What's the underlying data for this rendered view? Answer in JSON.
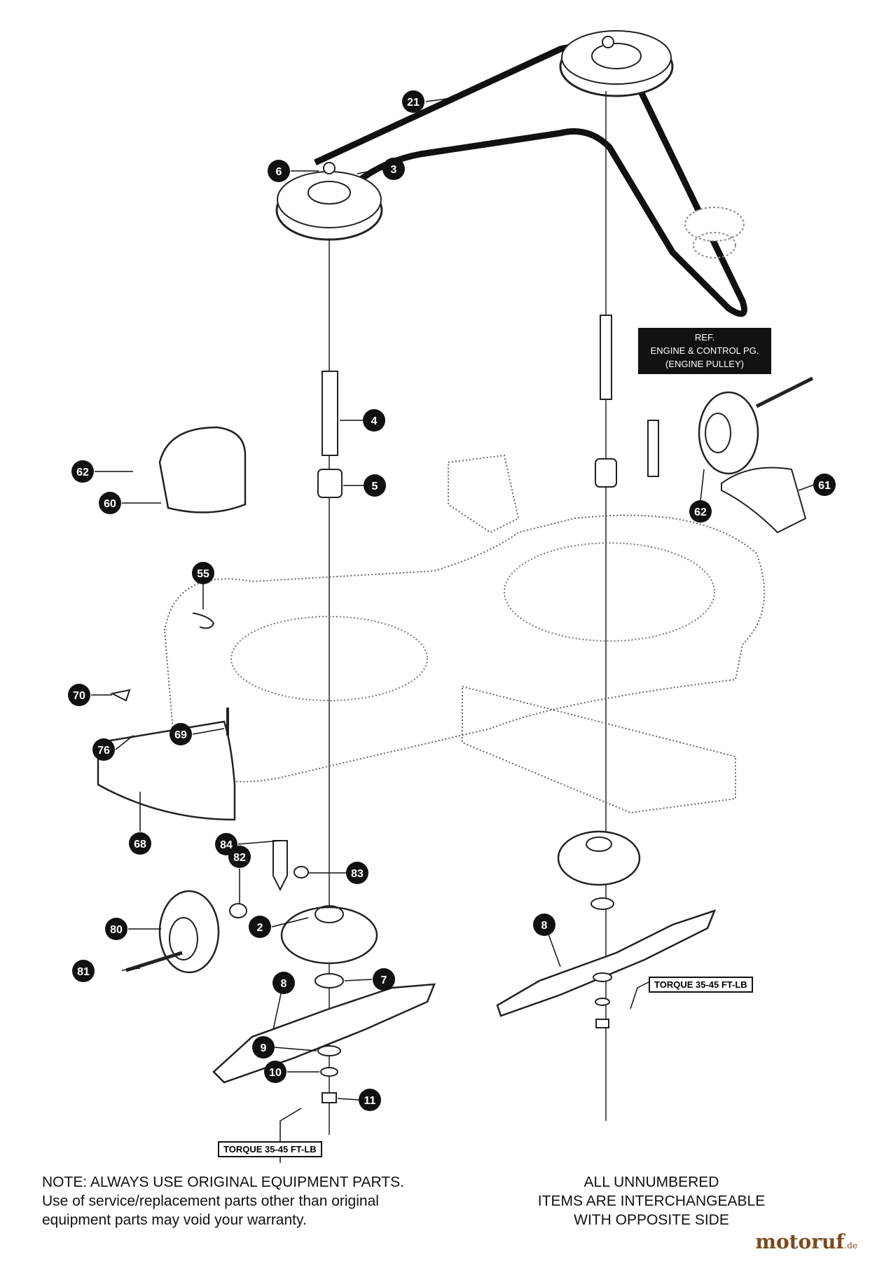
{
  "callouts": [
    {
      "id": "c21",
      "label": "21"
    },
    {
      "id": "c6",
      "label": "6"
    },
    {
      "id": "c3",
      "label": "3"
    },
    {
      "id": "c4",
      "label": "4"
    },
    {
      "id": "c5",
      "label": "5"
    },
    {
      "id": "c62a",
      "label": "62"
    },
    {
      "id": "c60",
      "label": "60"
    },
    {
      "id": "c55",
      "label": "55"
    },
    {
      "id": "c70",
      "label": "70"
    },
    {
      "id": "c69",
      "label": "69"
    },
    {
      "id": "c76",
      "label": "76"
    },
    {
      "id": "c68",
      "label": "68"
    },
    {
      "id": "c84",
      "label": "84"
    },
    {
      "id": "c82",
      "label": "82"
    },
    {
      "id": "c83",
      "label": "83"
    },
    {
      "id": "c80",
      "label": "80"
    },
    {
      "id": "c2",
      "label": "2"
    },
    {
      "id": "c81",
      "label": "81"
    },
    {
      "id": "c8a",
      "label": "8"
    },
    {
      "id": "c7",
      "label": "7"
    },
    {
      "id": "c9",
      "label": "9"
    },
    {
      "id": "c10",
      "label": "10"
    },
    {
      "id": "c11",
      "label": "11"
    },
    {
      "id": "c61",
      "label": "61"
    },
    {
      "id": "c62b",
      "label": "62"
    },
    {
      "id": "c8b",
      "label": "8"
    }
  ],
  "ref_box": {
    "line1": "REF.",
    "line2": "ENGINE & CONTROL PG.",
    "line3": "(ENGINE PULLEY)"
  },
  "torque_labels": {
    "left": "TORQUE 35-45 FT-LB",
    "right": "TORQUE 35-45 FT-LB"
  },
  "note_left": {
    "line1": "NOTE: ALWAYS USE ORIGINAL EQUIPMENT PARTS.",
    "line2": "Use of service/replacement parts other than original",
    "line3": "equipment parts may void your warranty."
  },
  "note_right": {
    "line1": "ALL UNNUMBERED",
    "line2": "ITEMS ARE INTERCHANGEABLE",
    "line3": "WITH OPPOSITE SIDE"
  },
  "watermark": {
    "main": "motoruf",
    "suffix": ".de"
  }
}
